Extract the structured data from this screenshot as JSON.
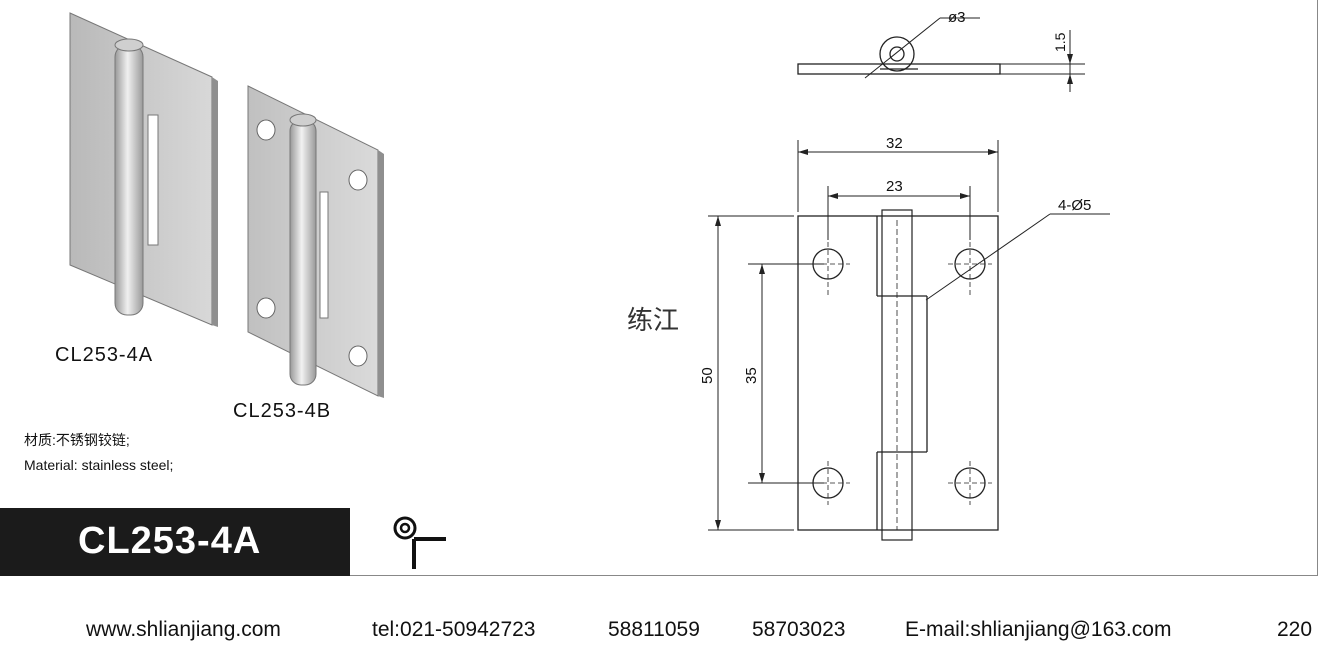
{
  "products": {
    "a_label": "CL253-4A",
    "b_label": "CL253-4B"
  },
  "material": {
    "chinese": "材质:不锈钢铰链;",
    "english": "Material: stainless steel;"
  },
  "banner": {
    "model": "CL253-4A"
  },
  "drawing": {
    "brand_cn": "练江",
    "dims": {
      "pin_dia": "ø3",
      "thickness": "1.5",
      "width_overall": "32",
      "hole_spacing_h": "23",
      "hole_callout": "4-Ø5",
      "height_overall": "50",
      "hole_spacing_v": "35"
    }
  },
  "footer": {
    "website": "www.shlianjiang.com",
    "tel": "tel:021-50942723",
    "tel2": "58811059",
    "tel3": "58703023",
    "email": "E-mail:shlianjiang@163.com",
    "page": "220"
  },
  "colors": {
    "banner_bg": "#1b1b1b",
    "banner_text": "#ffffff",
    "line": "#222222"
  }
}
